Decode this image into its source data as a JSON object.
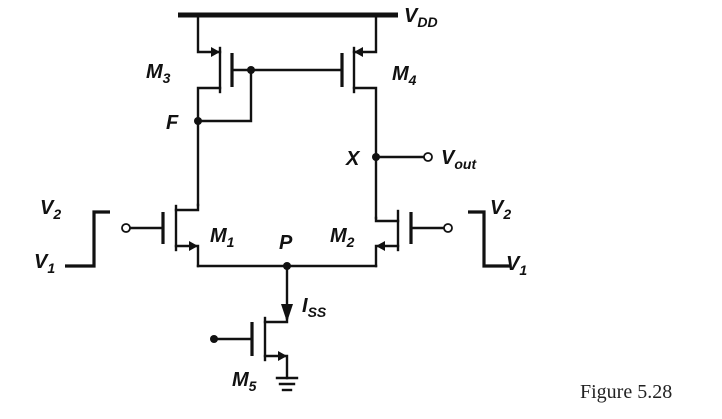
{
  "figure": {
    "caption": "Figure 5.28",
    "labels": {
      "vdd": {
        "main": "V",
        "sub": "DD"
      },
      "m3": {
        "main": "M",
        "sub": "3"
      },
      "m4": {
        "main": "M",
        "sub": "4"
      },
      "m1": {
        "main": "M",
        "sub": "1"
      },
      "m2": {
        "main": "M",
        "sub": "2"
      },
      "m5": {
        "main": "M",
        "sub": "5"
      },
      "node_f": "F",
      "node_x": "X",
      "node_p": "P",
      "vout": {
        "main": "V",
        "sub": "out"
      },
      "iss": {
        "main": "I",
        "sub": "SS"
      },
      "left_v2": {
        "main": "V",
        "sub": "2"
      },
      "left_v1": {
        "main": "V",
        "sub": "1"
      },
      "right_v2": {
        "main": "V",
        "sub": "2"
      },
      "right_v1": {
        "main": "V",
        "sub": "1"
      }
    }
  }
}
